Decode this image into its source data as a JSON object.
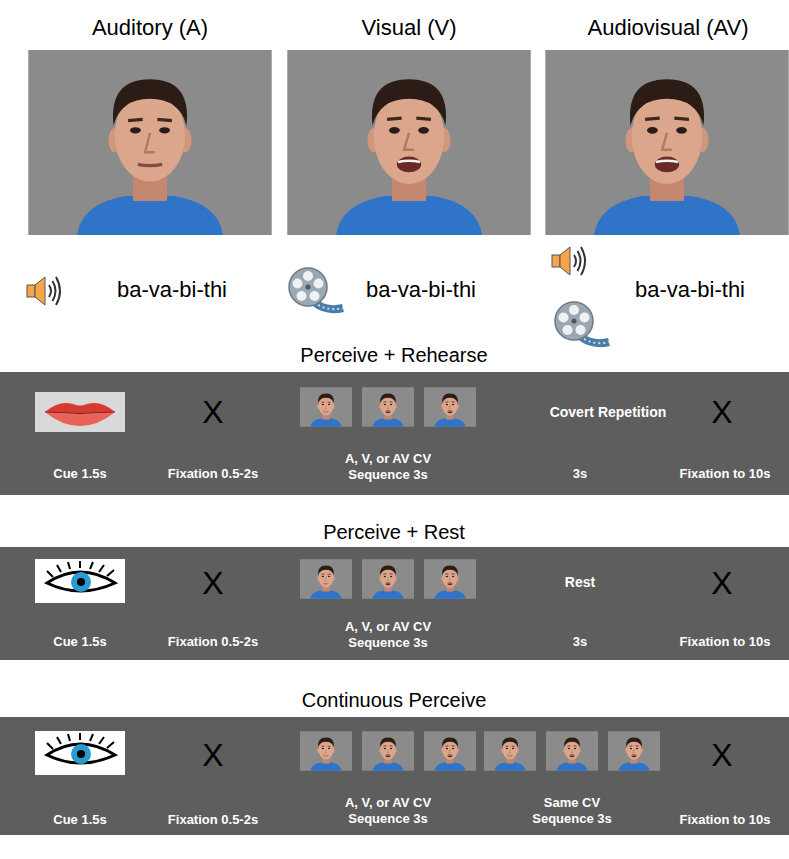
{
  "diagram": {
    "nodes": [
      {
        "text": [
          "Perceive + Rehearse",
          "Cue 1.5s",
          "X",
          "Fixation 0.5-2s",
          "A, V, or AV CV Sequence 3s",
          "Covert Repetition",
          "3s",
          "X",
          "Fixation to 10s"
        ]
      },
      {
        "text": [
          "Perceive + Rest",
          "Cue 1.5s",
          "X",
          "Fixation 0.5-2s",
          "A, V, or AV CV Sequence 3s",
          "Rest",
          "3s",
          "X",
          "Fixation to 10s"
        ]
      },
      {
        "text": [
          "Continuous Perceive",
          "Cue 1.5s",
          "X",
          "Fixation 0.5-2s",
          "A, V, or AV CV Sequence 3s",
          "Same CV Sequence 3s",
          "X",
          "Fixation to 10s"
        ]
      }
    ],
    "labels": [
      "Auditory (A)",
      "Visual (V)",
      "Audiovisual (AV)",
      "ba-va-bi-thi",
      "ba-va-bi-thi",
      "ba-va-bi-thi"
    ]
  }
}
